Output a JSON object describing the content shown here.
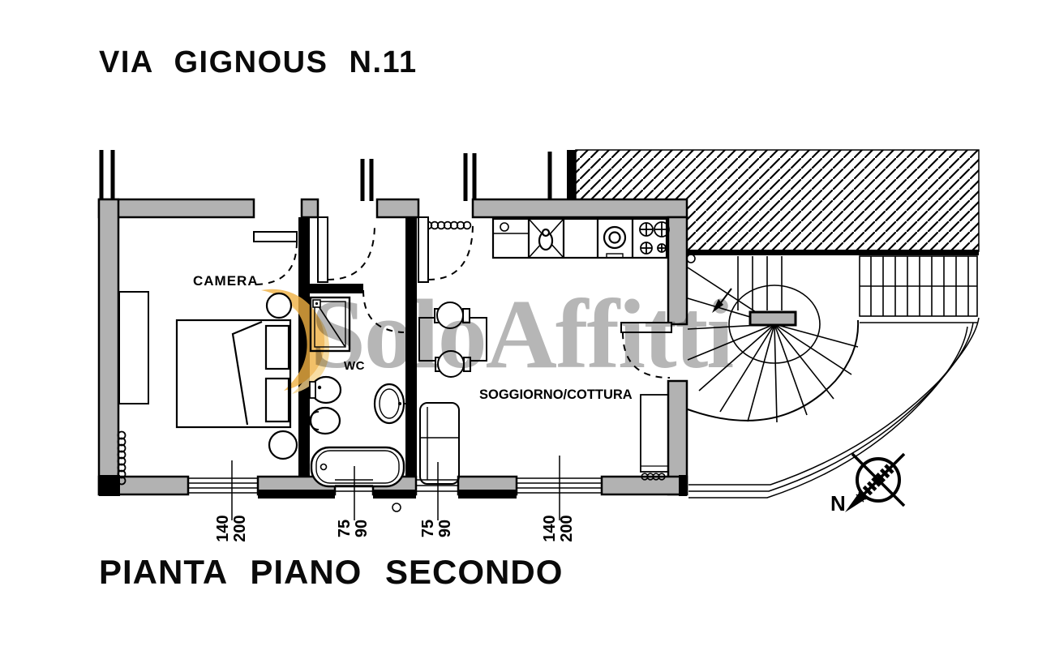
{
  "header": {
    "title": "VIA GIGNOUS N.11"
  },
  "footer": {
    "title": "PIANTA PIANO SECONDO"
  },
  "watermark": {
    "text": "SoloAffitti",
    "text_color": "#a9a9a9",
    "logo_color": "#f0b143"
  },
  "rooms": [
    {
      "name": "bedroom",
      "label": "CAMERA"
    },
    {
      "name": "bathroom",
      "label": "WC"
    },
    {
      "name": "living-kitchen",
      "label": "SOGGIORNO/COTTURA"
    }
  ],
  "window_dimensions": [
    {
      "w": "140",
      "h": "200"
    },
    {
      "w": "75",
      "h": "90"
    },
    {
      "w": "75",
      "h": "90"
    },
    {
      "w": "140",
      "h": "200"
    }
  ],
  "compass": {
    "label": "N"
  },
  "colors": {
    "wall_fill": "#b2b2b2",
    "line": "#000000"
  }
}
